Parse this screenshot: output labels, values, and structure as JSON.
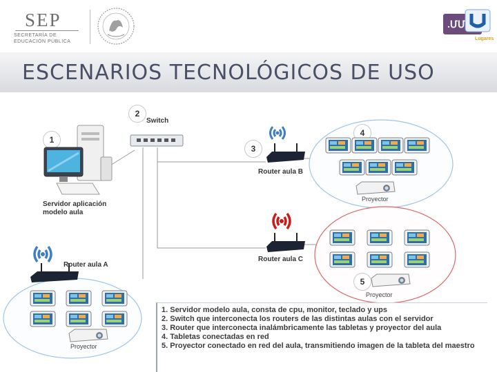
{
  "header": {
    "title": "ESCENARIOS TECNOLÓGICOS DE USO",
    "sep_logo": {
      "word": "SEP",
      "line1": "SECRETARÍA DE",
      "line2": "EDUCACIÓN PÚBLICA"
    },
    "seal_icon": "mexico-coat-of-arms-icon",
    "brand_logo": {
      "icon": "u-brand-icon",
      "caption": "Lugares"
    }
  },
  "diagram": {
    "nodes": {
      "server": {
        "number": "1",
        "label_line1": "Servidor aplicación",
        "label_line2": "modelo aula"
      },
      "switch": {
        "number": "2",
        "label": "Switch"
      },
      "router_b": {
        "number": "3",
        "label": "Router aula B"
      },
      "tablets_b": {
        "number": "4",
        "projector": "Proyector"
      },
      "router_c": {
        "label": "Router aula C"
      },
      "tablets_c": {
        "number": "5",
        "projector": "Proyector"
      },
      "router_a": {
        "label": "Router aula A"
      },
      "tablets_a": {
        "projector": "Proyector"
      }
    },
    "colors": {
      "cloud_blue": "#9fc5e8",
      "cloud_red": "#e06666",
      "wifi_blue": "#3d7fc1",
      "wifi_red": "#cc1a1a"
    }
  },
  "legend": {
    "items": [
      "1. Servidor modelo aula, consta de cpu, monitor, teclado y ups",
      "2. Switch que interconecta los routers de las distintas aulas con el servidor",
      "3. Router que interconecta inalámbricamente las tabletas y proyector del aula",
      "4. Tabletas conectadas en red",
      "5. Proyector conectado en red del aula, transmitiendo imagen de la tableta del maestro"
    ]
  }
}
